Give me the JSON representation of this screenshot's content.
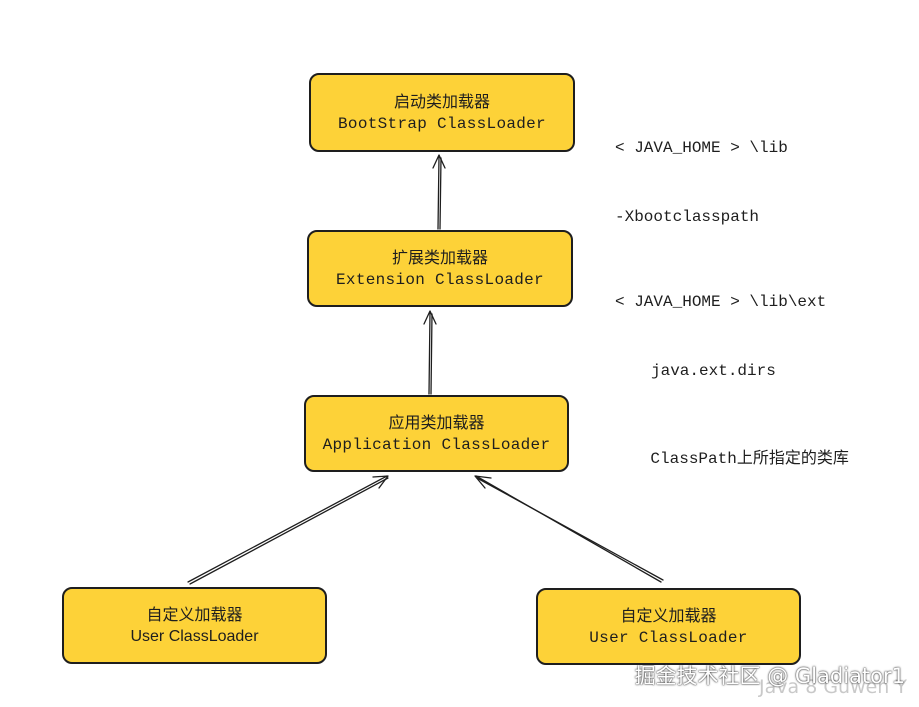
{
  "colors": {
    "node_fill": "#fdd238",
    "stroke": "#1e1e1e",
    "background": "#ffffff"
  },
  "nodes": {
    "bootstrap": {
      "cn": "启动类加载器",
      "en": "BootStrap ClassLoader"
    },
    "extension": {
      "cn": "扩展类加载器",
      "en": "Extension ClassLoader"
    },
    "application": {
      "cn": "应用类加载器",
      "en": "Application ClassLoader"
    },
    "user_left": {
      "cn": "自定义加载器",
      "en": "User ClassLoader"
    },
    "user_right": {
      "cn": "自定义加载器",
      "en": "User ClassLoader"
    }
  },
  "notes": {
    "bootstrap": {
      "line1": "< JAVA_HOME > \\lib",
      "line2": "-Xbootclasspath"
    },
    "extension": {
      "line1": "< JAVA_HOME > \\lib\\ext",
      "line2": "java.ext.dirs"
    },
    "application": {
      "prefix": "ClassPath",
      "suffix": "上所指定的类库"
    }
  },
  "watermark": {
    "main": "掘金技术社区 @ Gladiator1",
    "sub": "Java 8 Guwen Y"
  }
}
